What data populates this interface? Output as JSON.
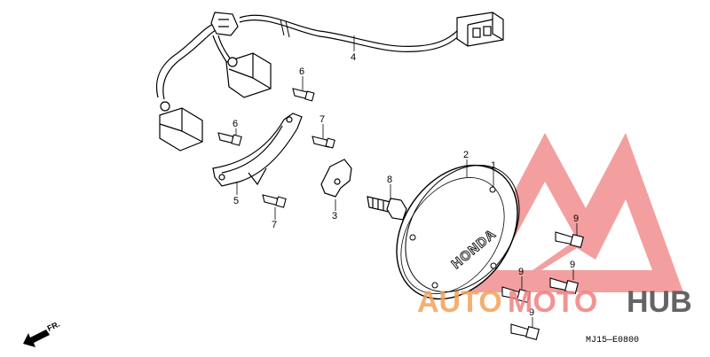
{
  "diagram": {
    "code": "MJ15—E0800",
    "front_label": "FR.",
    "cover_brand": "HONDA",
    "callouts": {
      "c1": "1",
      "c2": "2",
      "c3": "3",
      "c4": "4",
      "c5": "5",
      "c6a": "6",
      "c6b": "6",
      "c7a": "7",
      "c7b": "7",
      "c8": "8",
      "c9a": "9",
      "c9b": "9",
      "c9c": "9",
      "c9d": "9"
    }
  },
  "watermark": {
    "text_a": "AUTO",
    "text_b": "MOTO",
    "text_c": "HUB",
    "color_red": "#f08080",
    "color_orange": "#f4a259",
    "color_dark": "#4a4a4a"
  }
}
